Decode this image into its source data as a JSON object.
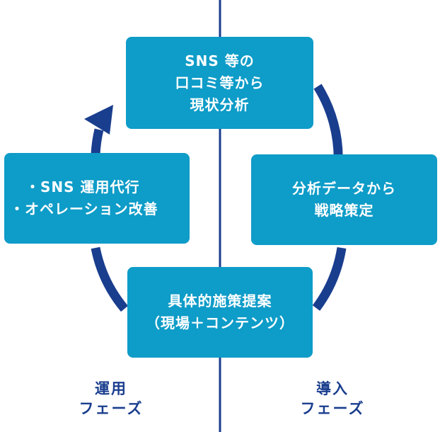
{
  "colors": {
    "box": "#0e9cc8",
    "line": "#1a3e8e",
    "text": "#ffffff"
  },
  "boxes": {
    "top": {
      "lines": [
        "SNS 等の",
        "口コミ等から",
        "現状分析"
      ]
    },
    "right": {
      "lines": [
        "分析データから",
        "戦略策定"
      ]
    },
    "bottom": {
      "lines": [
        "具体的施策提案",
        "（現場＋コンテンツ）"
      ]
    },
    "left": {
      "lines": [
        "・SNS 運用代行",
        "・オペレーション改善"
      ]
    }
  },
  "phases": {
    "left": {
      "lines": [
        "運用",
        "フェーズ"
      ]
    },
    "right": {
      "lines": [
        "導入",
        "フェーズ"
      ]
    }
  }
}
